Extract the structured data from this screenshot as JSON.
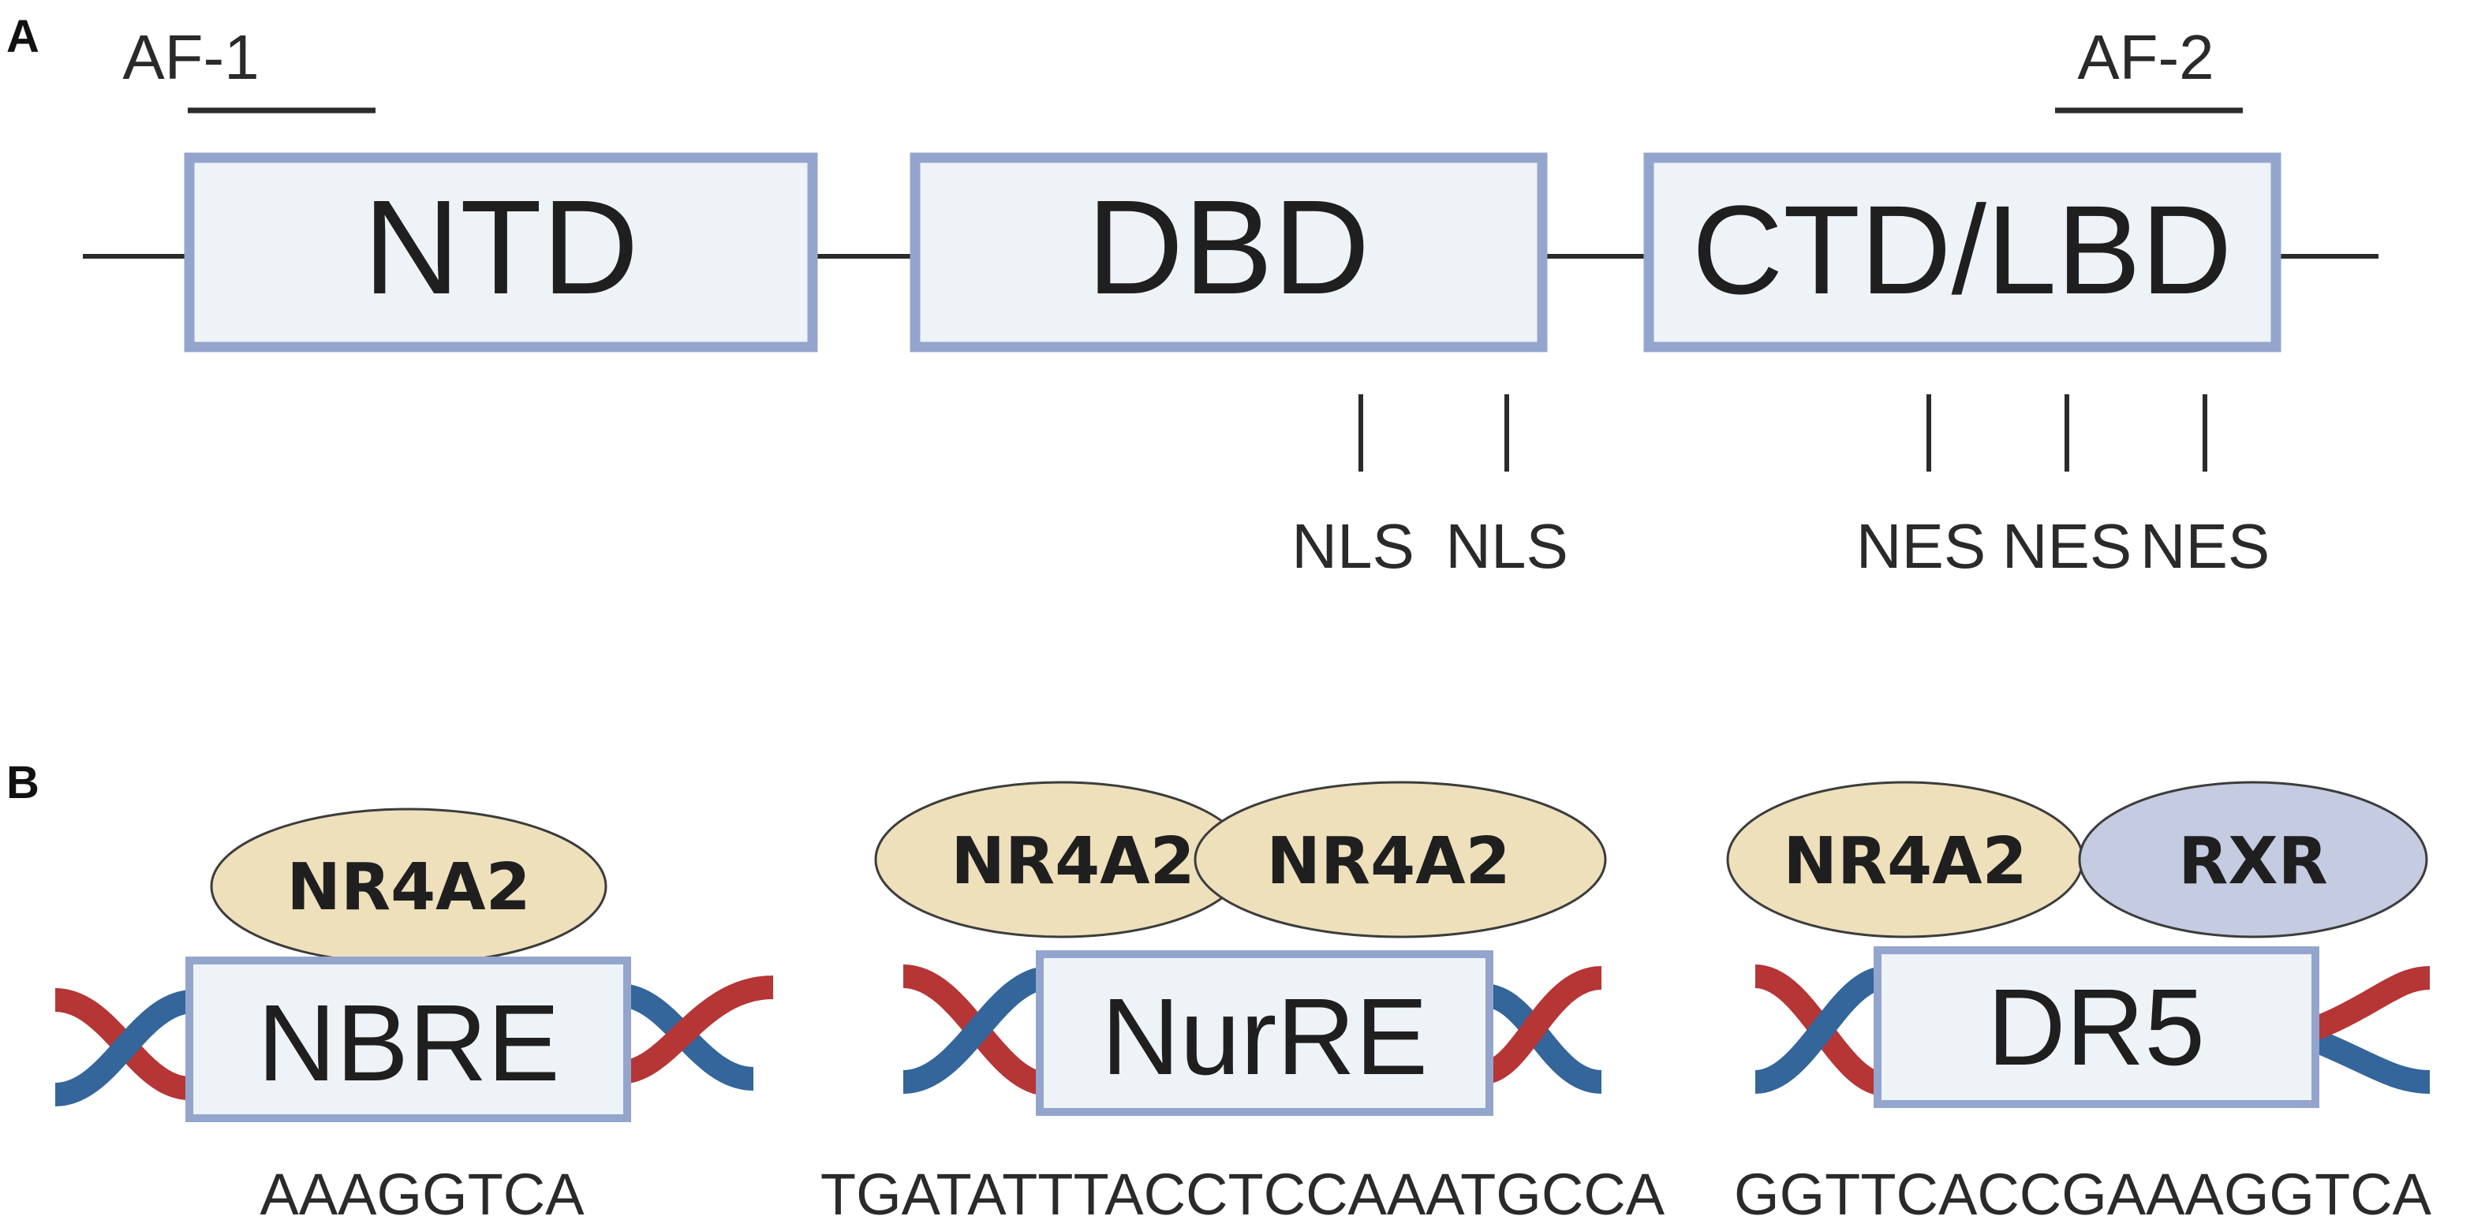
{
  "panel_a": {
    "label": "A",
    "domains": [
      {
        "name": "NTD"
      },
      {
        "name": "DBD"
      },
      {
        "name": "CTD/LBD"
      }
    ],
    "activation_functions": [
      {
        "label": "AF-1"
      },
      {
        "label": "AF-2"
      }
    ],
    "signals": [
      {
        "label": "NLS"
      },
      {
        "label": "NLS"
      },
      {
        "label": "NES"
      },
      {
        "label": "NES"
      },
      {
        "label": "NES"
      }
    ]
  },
  "panel_b": {
    "label": "B",
    "complexes": [
      {
        "proteins": [
          "NR4A2"
        ],
        "element": "NBRE",
        "sequence": "AAAGGTCA"
      },
      {
        "proteins": [
          "NR4A2",
          "NR4A2"
        ],
        "element": "NurRE",
        "sequence": "TGATATTTACCTCCAAATGCCA"
      },
      {
        "proteins": [
          "NR4A2",
          "RXR"
        ],
        "element": "DR5",
        "sequence": "GGTTCACCGAAAGGTCA"
      }
    ]
  },
  "colors": {
    "box_fill": "#edf3f7",
    "box_stroke": "#94a5cd",
    "line": "#2b2b2b",
    "nr4a2_fill": "#ede0bb",
    "rxr_fill": "#c5cbe0",
    "ellipse_stroke": "#3c3c3c",
    "dna_red": "#b63535",
    "dna_blue": "#34659b",
    "text": "#1f1f1f"
  }
}
